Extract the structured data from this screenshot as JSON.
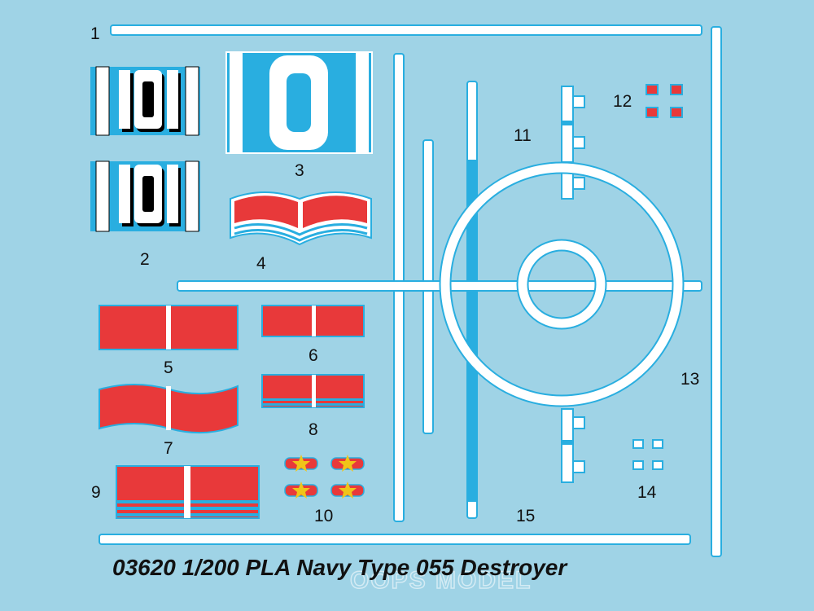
{
  "sheet": {
    "title": "03620 1/200 PLA Navy Type 055 Destroyer",
    "watermark": "OOPS MODEL"
  },
  "decals": {
    "n1": "1",
    "n2": "2",
    "n3": "3",
    "n4": "4",
    "n5": "5",
    "n6": "6",
    "n7": "7",
    "n8": "8",
    "n9": "9",
    "n10": "10",
    "n11": "11",
    "n12": "12",
    "n13": "13",
    "n14": "14",
    "n15": "15"
  },
  "hull_numbers": {
    "d2_top": "101",
    "d2_bottom": "101",
    "d3": "0"
  },
  "colors": {
    "background": "#9fd3e6",
    "sky_blue": "#29aee0",
    "red": "#e8393a",
    "white": "#ffffff",
    "carrier_outline": "#29aee0",
    "text": "#111111"
  }
}
